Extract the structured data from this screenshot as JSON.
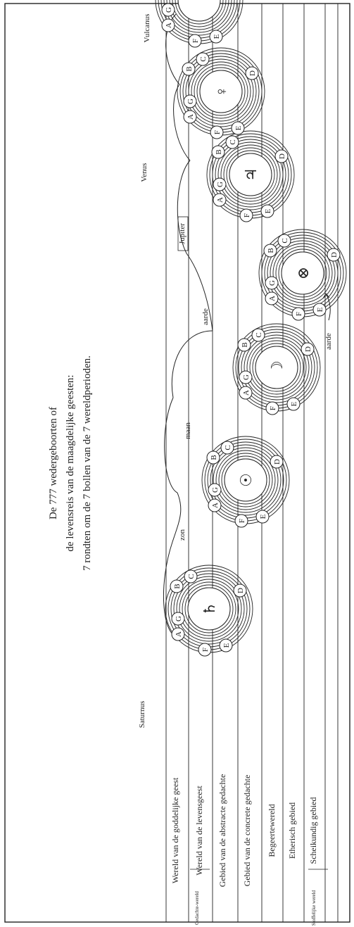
{
  "title_lines": [
    "De 777 wedergeboorten of",
    "de levensreis van de maagdelijke geesten:",
    "7 rondten om de 7 bollen van de 7 wereldperioden."
  ],
  "rows": [
    "Wereld van de goddelijke geest",
    "Wereld van de levensgeest",
    "Gebied van de abstracte gedachte",
    "Gebied van de concrete gedachte",
    "Begeertewereld",
    "Etherisch gebied",
    "Scheikundig gebied"
  ],
  "group_labels": {
    "gedachte": "Gedachte-wereld",
    "stoffelijke": "Stoffelijke wereld"
  },
  "period_labels": [
    "Saturnus",
    "zon",
    "maan",
    "aarde",
    "Jupiter",
    "Venus",
    "Vulcanus"
  ],
  "center_symbols": [
    "♄",
    "☉",
    "☽",
    "⊗",
    "♃",
    "♀",
    ""
  ],
  "globe_letters": [
    "A",
    "B",
    "C",
    "D",
    "E",
    "F",
    "G"
  ],
  "aarde_arrow_label": "aarde",
  "colors": {
    "ink": "#222222",
    "paper": "#ffffff"
  }
}
